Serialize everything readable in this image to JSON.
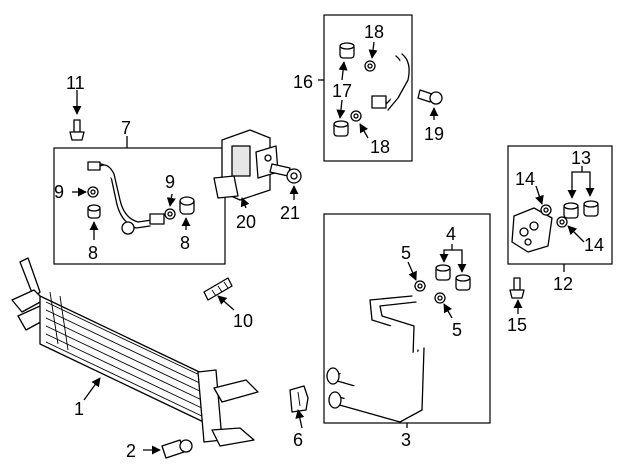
{
  "diagram": {
    "callouts": [
      "1",
      "2",
      "3",
      "4",
      "5",
      "5",
      "6",
      "7",
      "8",
      "8",
      "9",
      "9",
      "10",
      "11",
      "12",
      "13",
      "14",
      "14",
      "15",
      "16",
      "17",
      "18",
      "18",
      "19",
      "20",
      "21"
    ]
  }
}
